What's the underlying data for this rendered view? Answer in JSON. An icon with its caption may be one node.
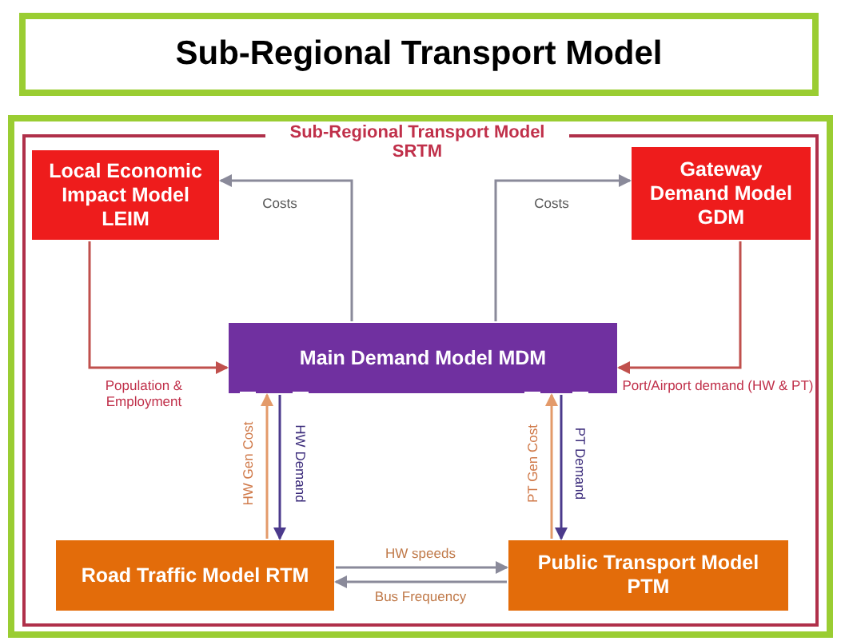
{
  "diagram": {
    "title": "Sub-Regional Transport Model",
    "nodes": [
      {
        "text": [
          "Sub-Regional Transport Model SRTM"
        ]
      },
      {
        "text": [
          "Local Economic Impact Model LEIM"
        ],
        "in": 0
      },
      {
        "text": [
          "Gateway Demand Model GDM"
        ],
        "in": 0
      },
      {
        "text": [
          "Main Demand Model MDM"
        ],
        "in": 0
      },
      {
        "text": [
          "Road Traffic Model RTM"
        ],
        "in": 0
      },
      {
        "text": [
          "Public Transport Model PTM"
        ],
        "in": 0
      }
    ],
    "edges": [
      {
        "from": 3,
        "to": 1,
        "arrow": "to",
        "label": "Costs"
      },
      {
        "from": 3,
        "to": 2,
        "arrow": "to",
        "label": "Costs"
      },
      {
        "from": 1,
        "to": 3,
        "arrow": "to",
        "label": "Population & Employment",
        "color": "#c0504d"
      },
      {
        "from": 2,
        "to": 3,
        "arrow": "to",
        "label": "Port/Airport demand (HW & PT)",
        "color": "#c0504d"
      },
      {
        "from": 4,
        "to": 3,
        "arrow": "to",
        "label": "HW Gen Cost",
        "color": "#e39a6a"
      },
      {
        "from": 3,
        "to": 4,
        "arrow": "to",
        "label": "HW Demand",
        "color": "#4b3a8c"
      },
      {
        "from": 5,
        "to": 3,
        "arrow": "to",
        "label": "PT Gen Cost",
        "color": "#e39a6a"
      },
      {
        "from": 3,
        "to": 5,
        "arrow": "to",
        "label": "PT Demand",
        "color": "#4b3a8c"
      },
      {
        "from": 4,
        "to": 5,
        "arrow": "to",
        "label": "HW speeds"
      },
      {
        "from": 5,
        "to": 4,
        "arrow": "to",
        "label": "Bus Frequency"
      }
    ]
  }
}
